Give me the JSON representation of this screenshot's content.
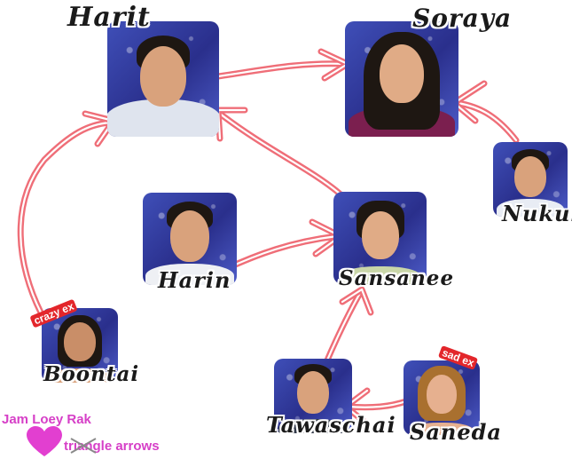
{
  "characters": {
    "harit": {
      "name": "Harit"
    },
    "soraya": {
      "name": "Soraya"
    },
    "nukul": {
      "name": "Nukul"
    },
    "harin": {
      "name": "Harin"
    },
    "sansanee": {
      "name": "Sansanee"
    },
    "boontai": {
      "name": "Boontai"
    },
    "tawaschai": {
      "name": "Tawaschai"
    },
    "saneda": {
      "name": "Saneda"
    }
  },
  "relationships": [
    {
      "from": "Harit",
      "to": "Soraya"
    },
    {
      "from": "Nukul",
      "to": "Soraya"
    },
    {
      "from": "Sansanee",
      "to": "Harit"
    },
    {
      "from": "Harin",
      "to": "Sansanee"
    },
    {
      "from": "Boontai",
      "to": "Harit",
      "label": "crazy ex"
    },
    {
      "from": "Tawaschai",
      "to": "Sansanee"
    },
    {
      "from": "Saneda",
      "to": "Tawaschai",
      "label": "sad ex"
    }
  ],
  "labels": {
    "crazy_ex": "crazy ex",
    "sad_ex": "sad ex"
  },
  "legend": {
    "title": "Jam Loey Rak",
    "text": "triangle arrows"
  },
  "colors": {
    "arrow": "#ef6e78",
    "legend": "#d63fc7",
    "tag": "#e3262b",
    "photo_bg": "#2a2f8c"
  }
}
